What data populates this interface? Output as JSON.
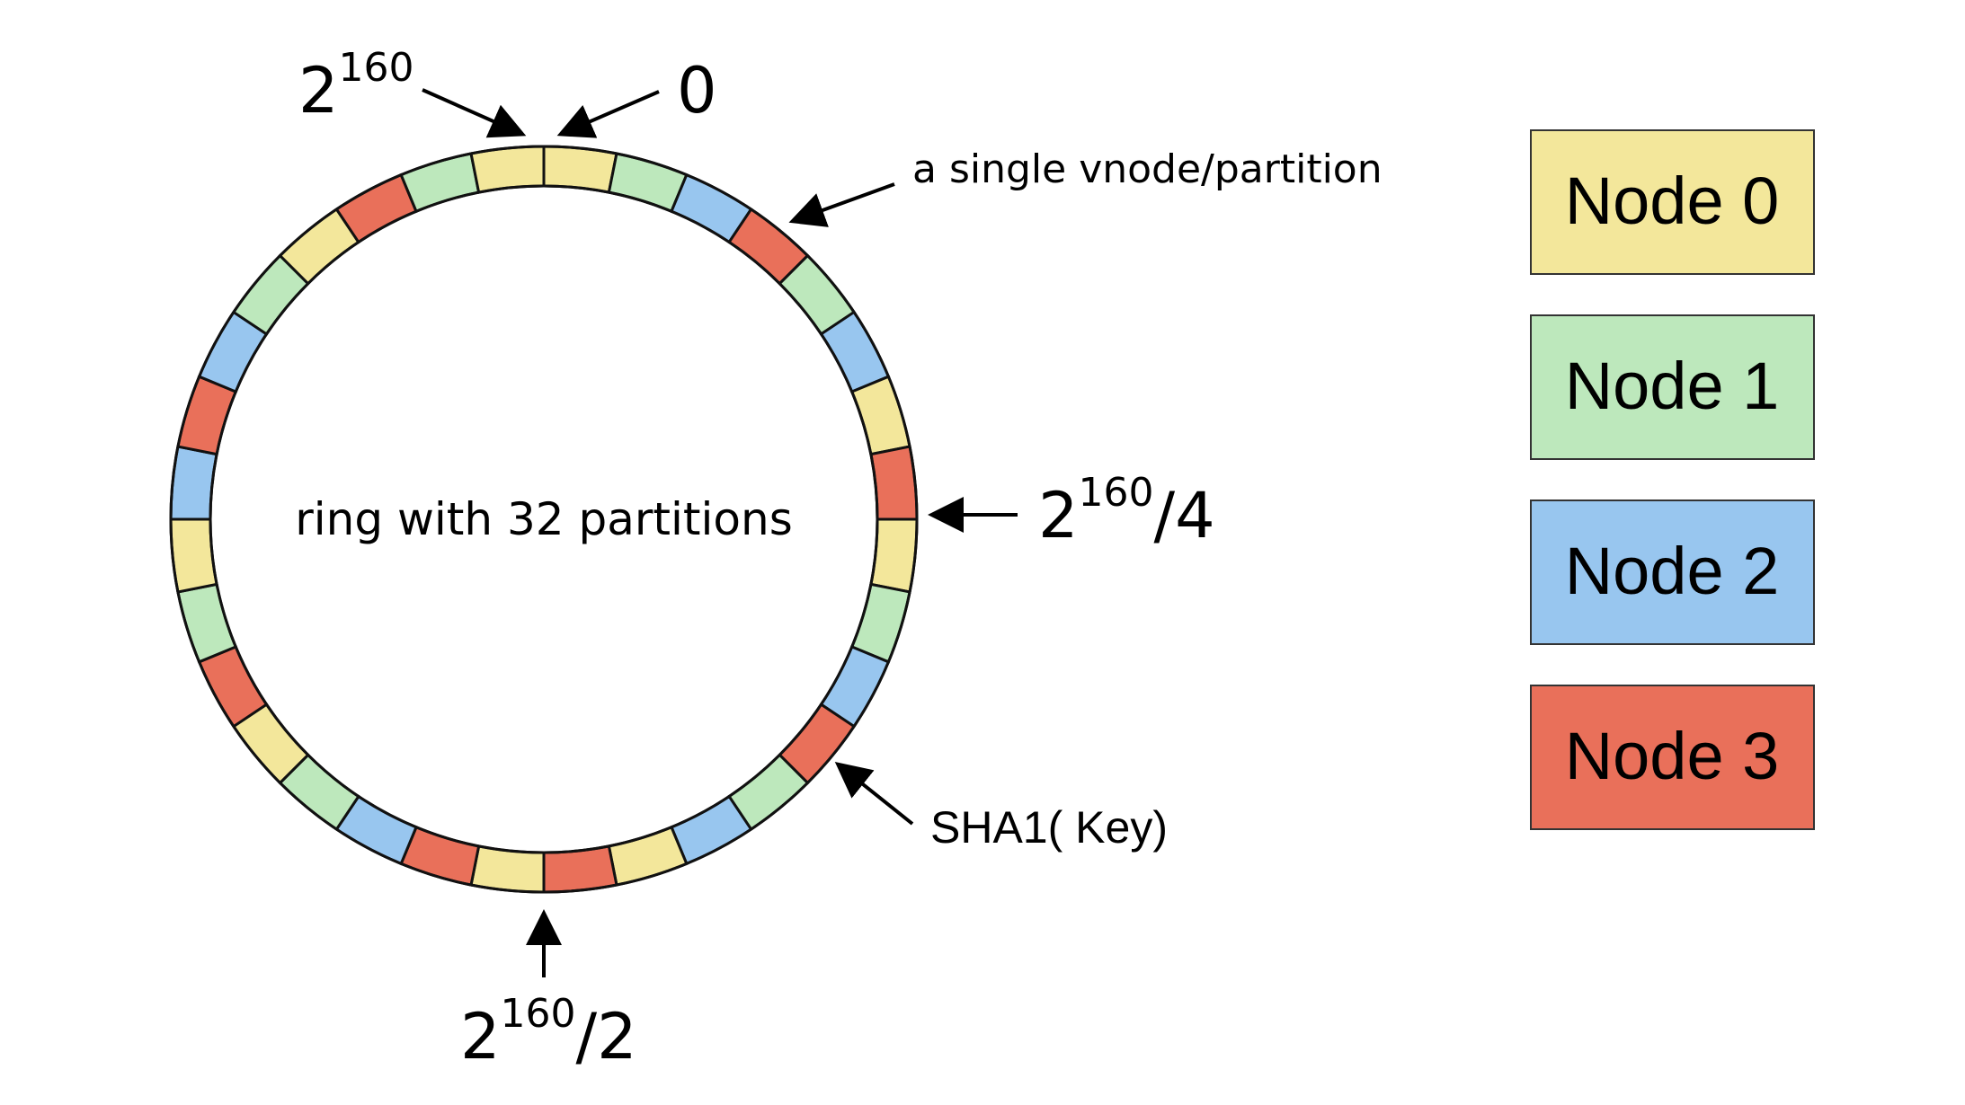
{
  "ring": {
    "caption": "ring with 32 partitions",
    "partition_owners": [
      0,
      1,
      2,
      3,
      1,
      2,
      0,
      3,
      0,
      1,
      2,
      3,
      1,
      2,
      0,
      3,
      0,
      3,
      2,
      1,
      0,
      3,
      1,
      0,
      2,
      3,
      2,
      1,
      0,
      3,
      1,
      0
    ]
  },
  "labels": {
    "top_left": {
      "base": "2",
      "exp": "160",
      "suffix": ""
    },
    "top_zero": {
      "text": "0"
    },
    "vnode": {
      "text": "a single vnode/partition"
    },
    "quarter": {
      "base": "2",
      "exp": "160",
      "suffix": "/4"
    },
    "half": {
      "base": "2",
      "exp": "160",
      "suffix": "/2"
    },
    "hash": {
      "text": "SHA1( Key)"
    }
  },
  "legend": [
    {
      "label": "Node 0",
      "color": "#f3e79b"
    },
    {
      "label": "Node 1",
      "color": "#bde8bc"
    },
    {
      "label": "Node 2",
      "color": "#98c6ef"
    },
    {
      "label": "Node 3",
      "color": "#e9705a"
    }
  ]
}
